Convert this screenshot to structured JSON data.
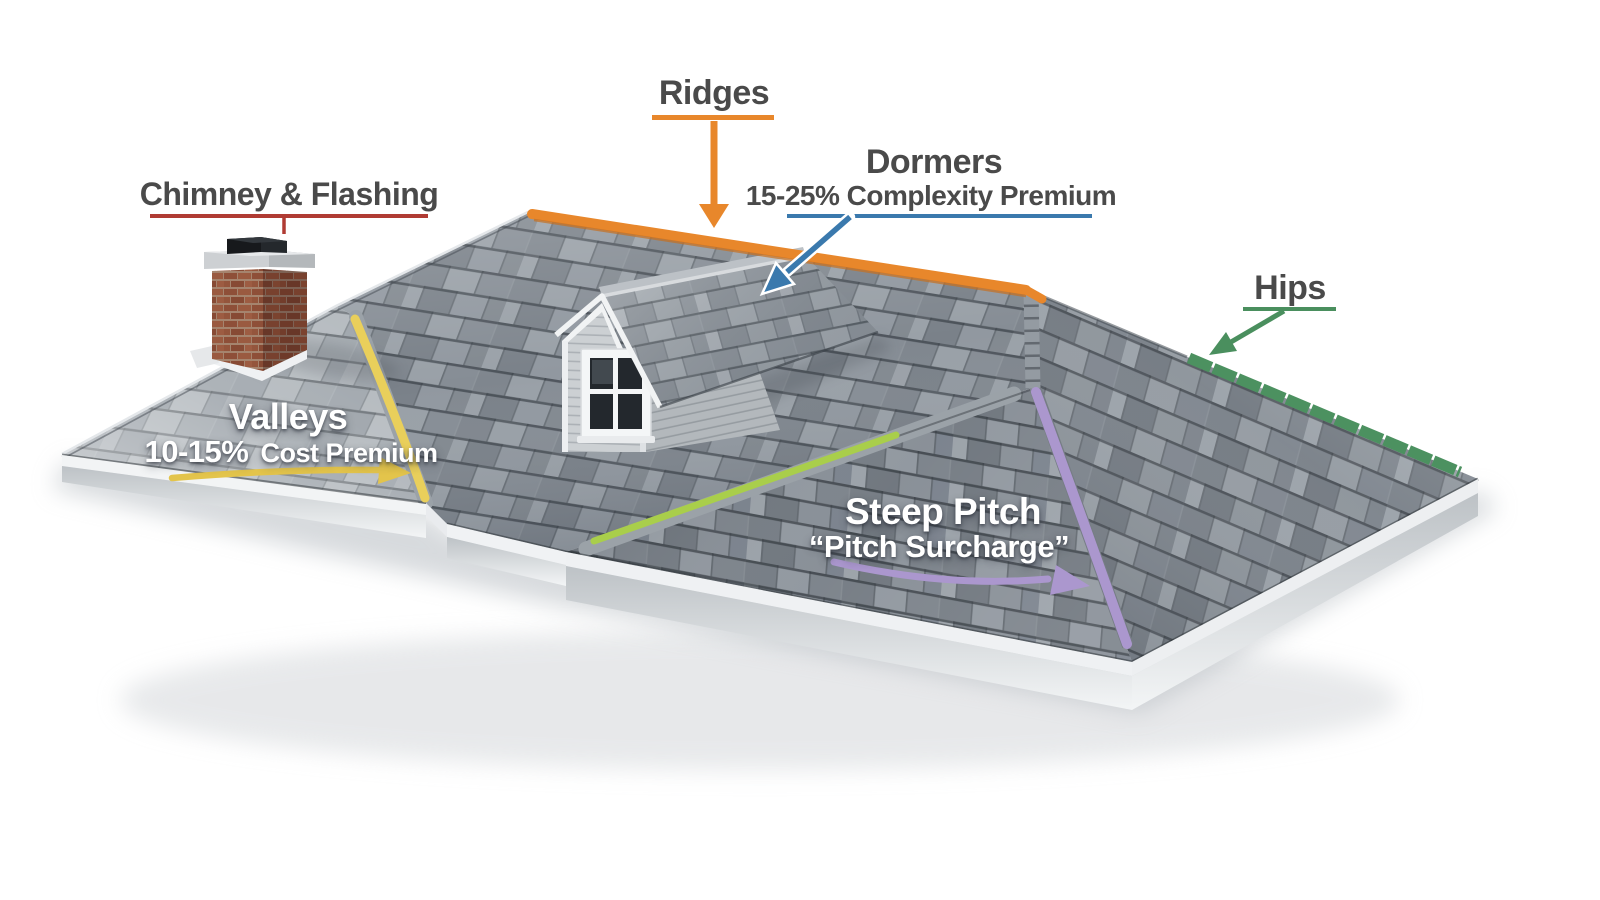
{
  "canvas": {
    "background": "#FFFFFF"
  },
  "annotations": {
    "ridges": {
      "label": "Ridges",
      "accent": "#E8872B"
    },
    "dormers": {
      "label": "Dormers",
      "premium": "15-25% Complexity Premium",
      "accent": "#3A79AD"
    },
    "chimney_flashing": {
      "label": "Chimney & Flashing",
      "accent": "#B03B33"
    },
    "hips": {
      "label": "Hips",
      "accent": "#4A8F5E"
    },
    "valleys": {
      "label": "Valleys",
      "premium_value": "10-15%",
      "premium_label": "Cost Premium",
      "accent": "#E9CF5B"
    },
    "steep_pitch": {
      "label": "Steep Pitch",
      "premium": "“Pitch Surcharge”",
      "accent": "#AB97CE"
    }
  },
  "palette": {
    "text_dark": "#4A4A4A",
    "text_light": "#FFFFFF",
    "valley_center_highlight": "#A9CE4B",
    "roof_shingle_gray": "#8C939A",
    "brick_red": "#9A5A40",
    "fascia_white": "#F0F2F4"
  }
}
